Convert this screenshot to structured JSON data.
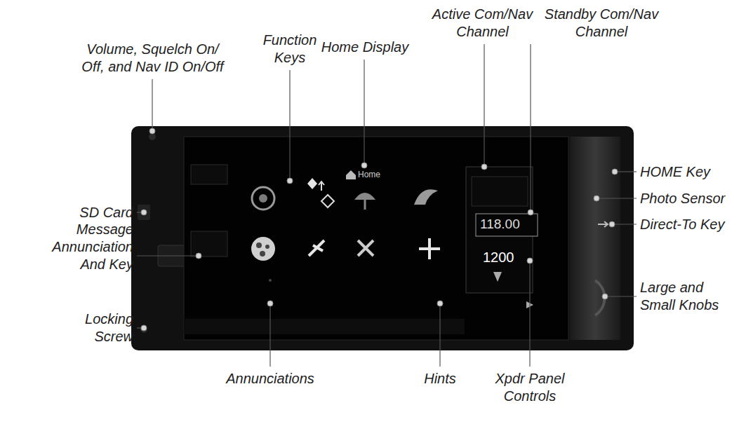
{
  "diagram": {
    "labels": [
      "Volume, Squelch On/ Off, and Nav ID On/Off",
      "Function Keys",
      "Home Display",
      "Active Com/Nav Channel",
      "Standby Com/Nav Channel",
      "HOME Key",
      "Photo Sensor",
      "Direct-To Key",
      "Large and Small Knobs",
      "SD Card",
      "Message Annunciation And Key",
      "Locking Screw",
      "Annunciations",
      "Hints",
      "Xpdr Panel Controls",
      "Home",
      "118.00",
      "1200"
    ]
  }
}
